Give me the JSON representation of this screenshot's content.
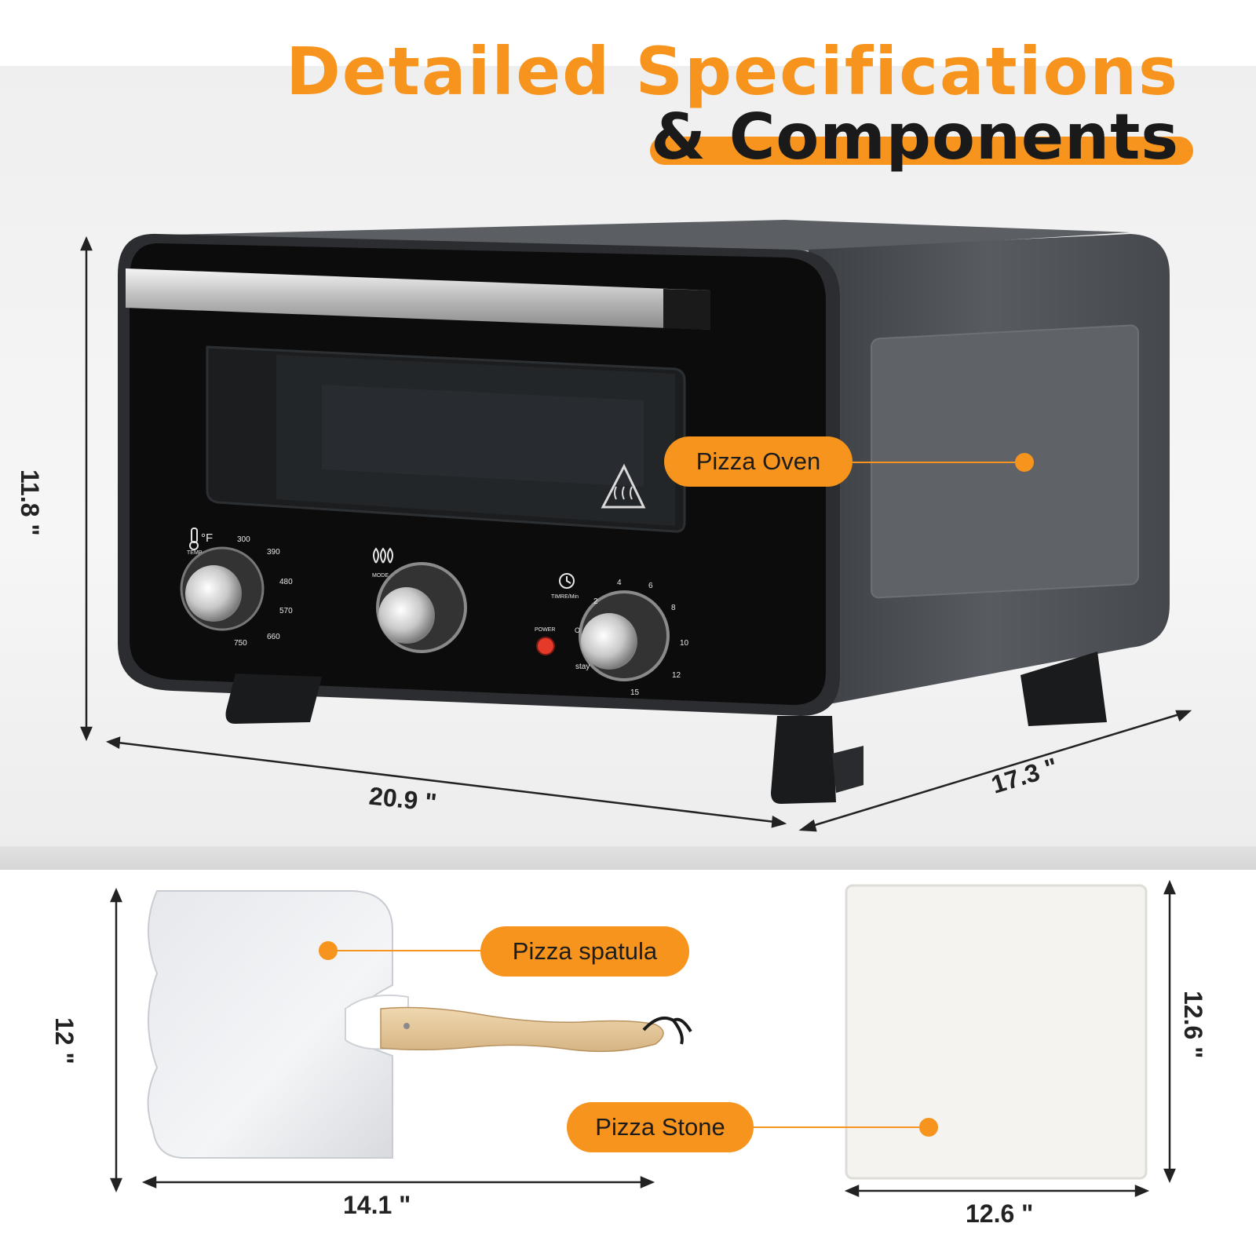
{
  "title": {
    "line1": "Detailed Specifications",
    "line2": "& Components"
  },
  "oven": {
    "label": "Pizza Oven",
    "height": "11.8 \"",
    "width": "20.9 \"",
    "depth": "17.3 \"",
    "controls": {
      "temp_unit": "°F",
      "temp_label": "TEMP",
      "temp_ticks": [
        "300",
        "390",
        "480",
        "570",
        "660",
        "750"
      ],
      "mode_label": "MODE",
      "power_label": "POWER",
      "timer_label": "TIMRE/Min",
      "timer_ticks": [
        "2",
        "4",
        "6",
        "8",
        "10",
        "12",
        "15",
        "O",
        "stay"
      ]
    }
  },
  "spatula": {
    "label": "Pizza spatula",
    "height": "12 \"",
    "width": "14.1 \""
  },
  "stone": {
    "label": "Pizza Stone",
    "height": "12.6 \"",
    "width": "12.6 \""
  },
  "colors": {
    "accent": "#f7941d",
    "text_dark": "#1a1a1a",
    "oven_body": "#4a4d52",
    "oven_door": "#0c0c0d"
  }
}
